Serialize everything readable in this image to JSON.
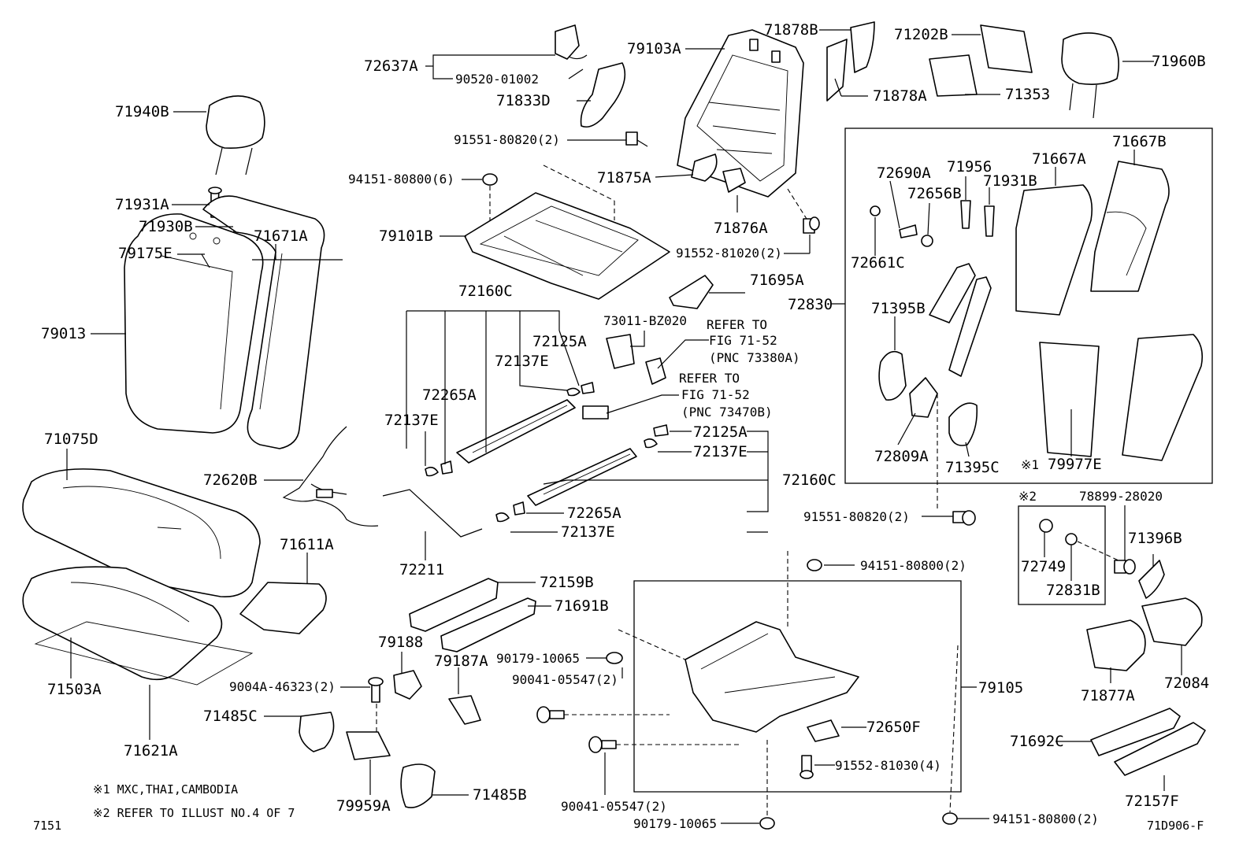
{
  "diagram": {
    "labels": {
      "l71940B": "71940B",
      "l71931A": "71931A",
      "l71930B": "71930B",
      "l79175E": "79175E",
      "l71671A": "71671A",
      "l79013": "79013",
      "l71075D": "71075D",
      "l72620B": "72620B",
      "l71611A": "71611A",
      "l71503A": "71503A",
      "l71621A": "71621A",
      "l9004A": "9004A-46323(2)",
      "l71485C": "71485C",
      "l79959A": "79959A",
      "l71485B": "71485B",
      "l72637A": "72637A",
      "l90520": "90520-01002",
      "l71833D": "71833D",
      "l91551a": "91551-80820(2)",
      "l94151a": "94151-80800(6)",
      "l79101B": "79101B",
      "l72160Ca": "72160C",
      "l72125Aa": "72125A",
      "l72137Ea": "72137E",
      "l72265Aa": "72265A",
      "l72137Eb": "72137E",
      "l72211": "72211",
      "l72159B": "72159B",
      "l71691B": "71691B",
      "l79188": "79188",
      "l79187A": "79187A",
      "l90179a": "90179-10065",
      "l90041a": "90041-05547(2)",
      "l79103A": "79103A",
      "l71878B": "71878B",
      "l71878A": "71878A",
      "l71875A": "71875A",
      "l71876A": "71876A",
      "l91552a": "91552-81020(2)",
      "l71695A": "71695A",
      "l73011": "73011-BZ020",
      "lref1a": "REFER TO",
      "lref1b": "FIG 71-52",
      "lref1c": "(PNC 73380A)",
      "lref2a": "REFER TO",
      "lref2b": "FIG 71-52",
      "lref2c": "(PNC 73470B)",
      "l72125Ab": "72125A",
      "l72137Ec": "72137E",
      "l72160Cb": "72160C",
      "l72265Ab": "72265A",
      "l72137Ed": "72137E",
      "l71202B": "71202B",
      "l71353": "71353",
      "l71960B": "71960B",
      "l72690A": "72690A",
      "l71956": "71956",
      "l71667A": "71667A",
      "l71667B": "71667B",
      "l72656B": "72656B",
      "l71931B": "71931B",
      "l72661C": "72661C",
      "l72830": "72830",
      "l71395B": "71395B",
      "l72809A": "72809A",
      "l71395C": "71395C",
      "l79977E": "79977E",
      "lnote1mark": "※1",
      "lnote2mark": "※2",
      "l91551b": "91551-80820(2)",
      "l78899": "78899-28020",
      "l72749": "72749",
      "l72831B": "72831B",
      "l71396B": "71396B",
      "l94151b": "94151-80800(2)",
      "l79105": "79105",
      "l72650F": "72650F",
      "l91552b": "91552-81030(4)",
      "l90041b": "90041-05547(2)",
      "l90179b": "90179-10065",
      "l94151c": "94151-80800(2)",
      "l71877A": "71877A",
      "l72084": "72084",
      "l71692C": "71692C",
      "l72157F": "72157F"
    },
    "footnotes": {
      "note1": "※1 MXC,THAI,CAMBODIA",
      "note2": "※2 REFER TO ILLUST NO.4 OF 7"
    },
    "page_code": "7151",
    "figure_code": "71D906-F"
  }
}
